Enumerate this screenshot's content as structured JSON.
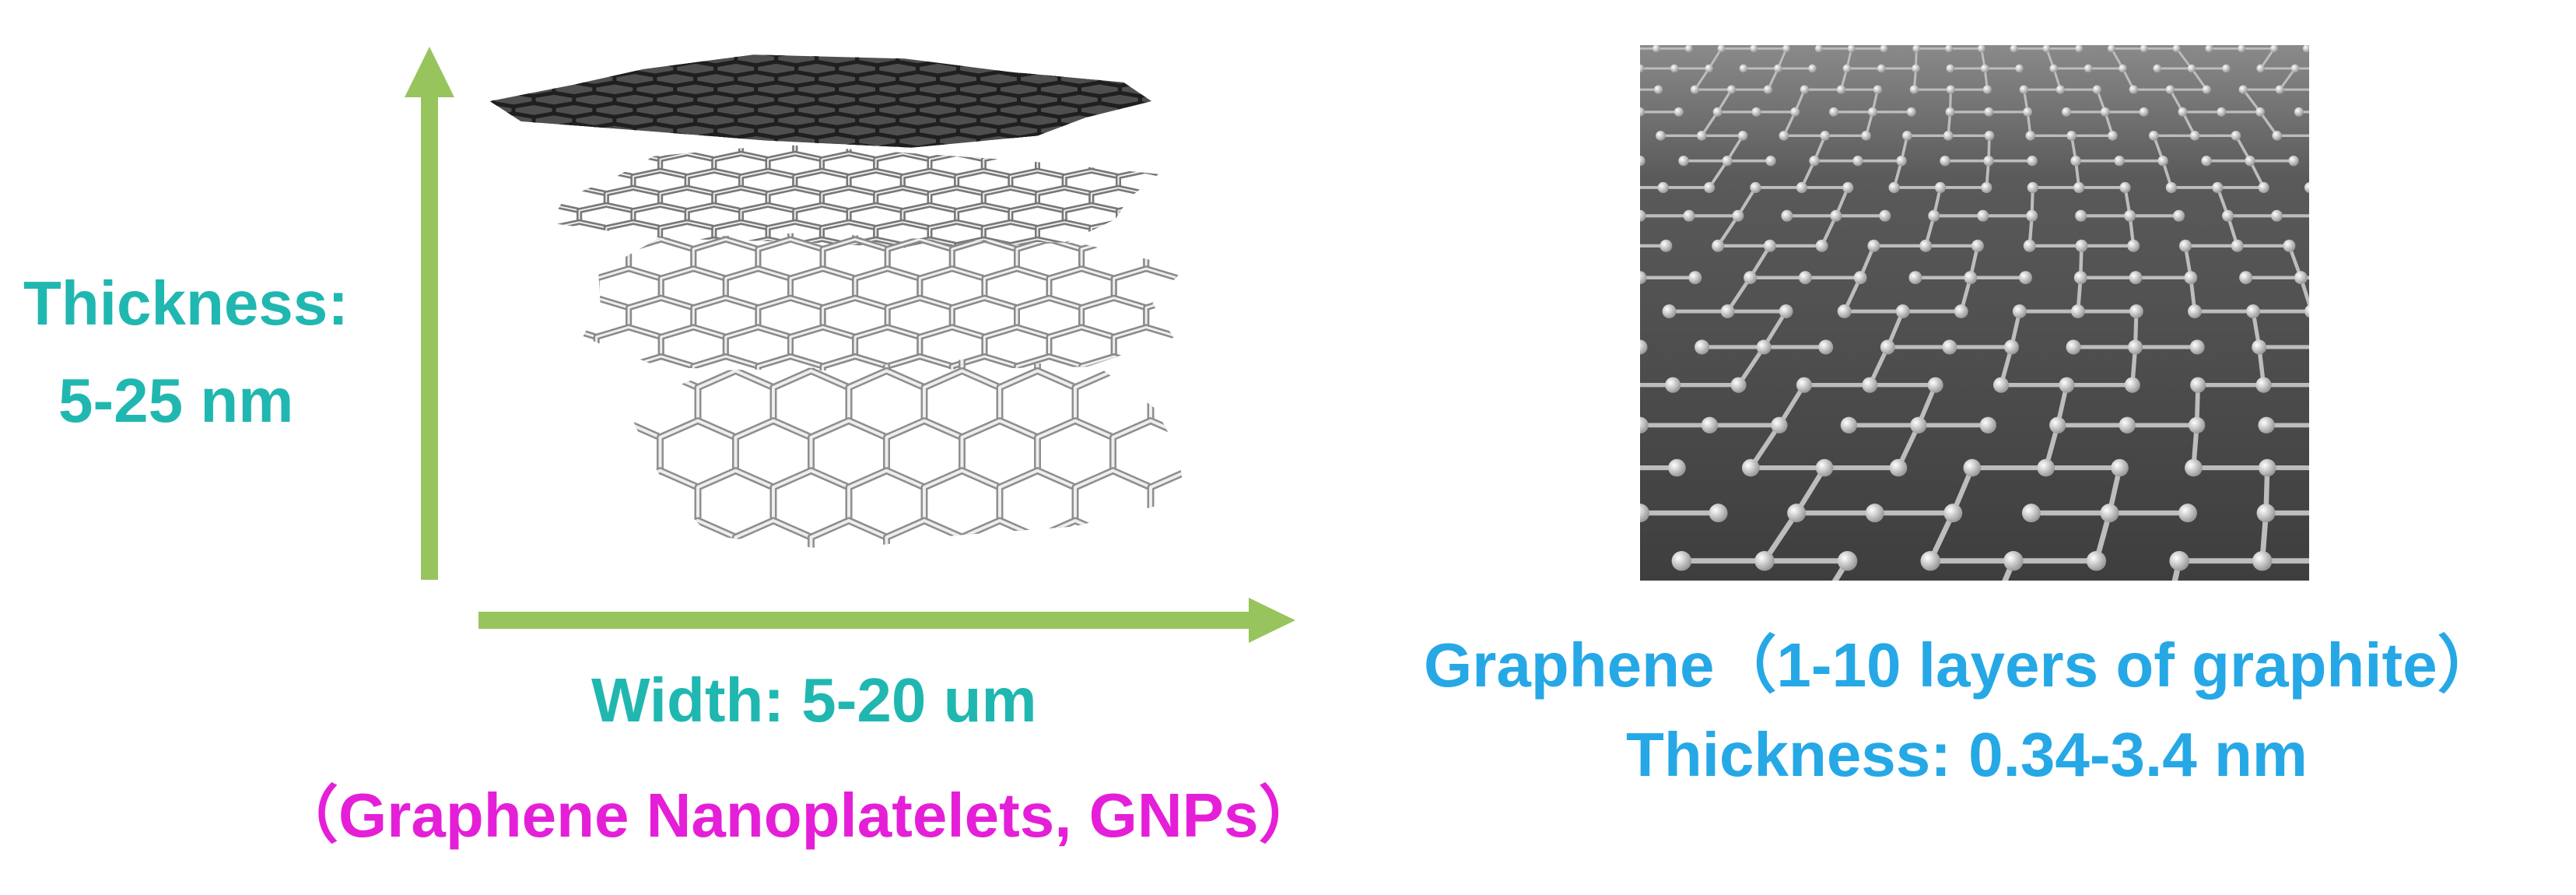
{
  "colors": {
    "axis_arrow": "#98c45e",
    "teal_label": "#21b7b1",
    "magenta_label": "#e51fd8",
    "blue_label": "#26a8e6",
    "graphene_bg": "#4a4a4a",
    "lattice_light": "#d9d9d9",
    "lattice_dark": "#3a3a3a"
  },
  "gnp": {
    "thickness_line1": "Thickness:",
    "thickness_line2": "5-25 nm",
    "width_label": "Width: 5-20 um",
    "caption": "（Graphene Nanoplatelets, GNPs）"
  },
  "graphene": {
    "caption_line1": "Graphene（1-10 layers of graphite）",
    "caption_line2": "Thickness: 0.34-3.4 nm"
  }
}
